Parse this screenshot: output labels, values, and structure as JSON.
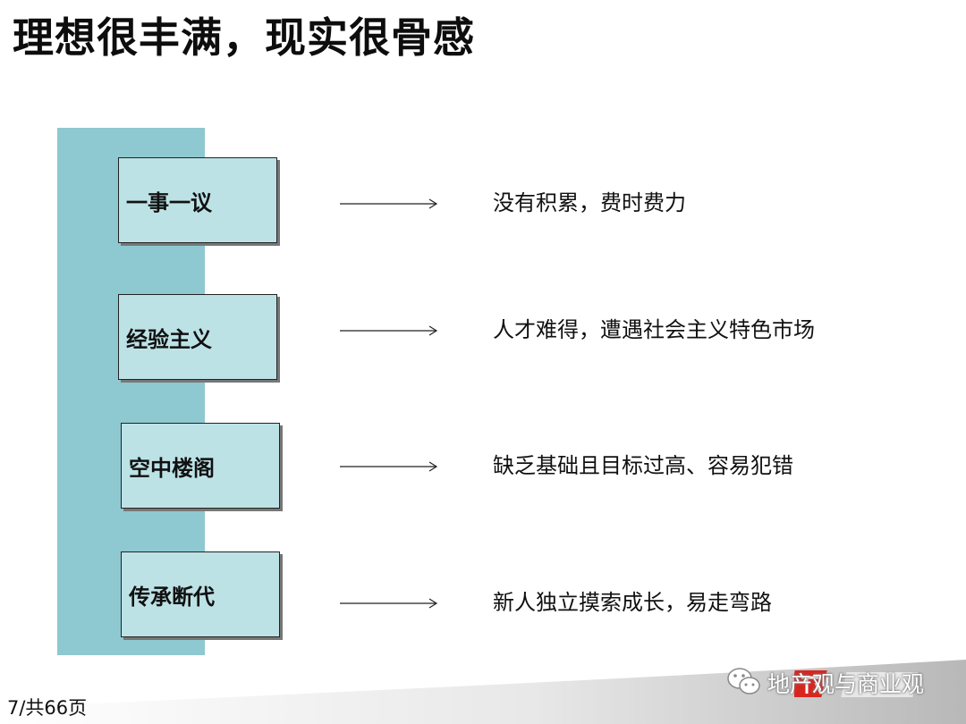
{
  "title": "理想很丰满，现实很骨感",
  "rows": [
    {
      "label": "一事一议",
      "description": "没有积累，费时费力"
    },
    {
      "label": "经验主义",
      "description": "人才难得，遭遇社会主义特色市场"
    },
    {
      "label": "空中楼阁",
      "description": "缺乏基础且目标过高、容易犯错"
    },
    {
      "label": "传承断代",
      "description": "新人独立摸索成长，易走弯路"
    }
  ],
  "footer": {
    "page_indicator": "7/共66页",
    "watermark_text": "地产观与商业观",
    "watermark_logo_text": "万科"
  },
  "colors": {
    "band": "#8ec8d0",
    "card": "#bde2e6",
    "logo_red": "#d8261f"
  }
}
